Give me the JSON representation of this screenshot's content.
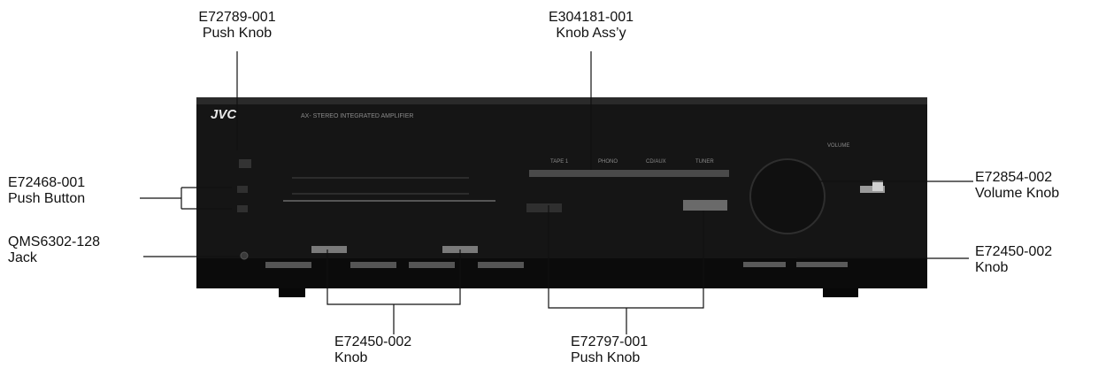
{
  "device": {
    "brand": "JVC",
    "model_text": "AX-    STEREO INTEGRATED AMPLIFIER",
    "input_labels": [
      "TAPE 1",
      "PHONO",
      "CD/AUX",
      "TUNER"
    ],
    "volume_label": "VOLUME"
  },
  "callouts": {
    "push_knob_top": {
      "part": "E72789-001",
      "desc": "Push Knob"
    },
    "knob_assy": {
      "part": "E304181-001",
      "desc": "Knob Ass’y"
    },
    "push_button": {
      "part": "E72468-001",
      "desc": "Push Button"
    },
    "volume_knob": {
      "part": "E72854-002",
      "desc": "Volume Knob"
    },
    "jack": {
      "part": "QMS6302-128",
      "desc": "Jack"
    },
    "knob_right": {
      "part": "E72450-002",
      "desc": "Knob"
    },
    "knob_bottom": {
      "part": "E72450-002",
      "desc": "Knob"
    },
    "push_knob_bottom": {
      "part": "E72797-001",
      "desc": "Push Knob"
    }
  },
  "colors": {
    "panel": "#161616",
    "panel_dark": "#060606",
    "leader": "#111111",
    "print": "#8a8a8a"
  }
}
